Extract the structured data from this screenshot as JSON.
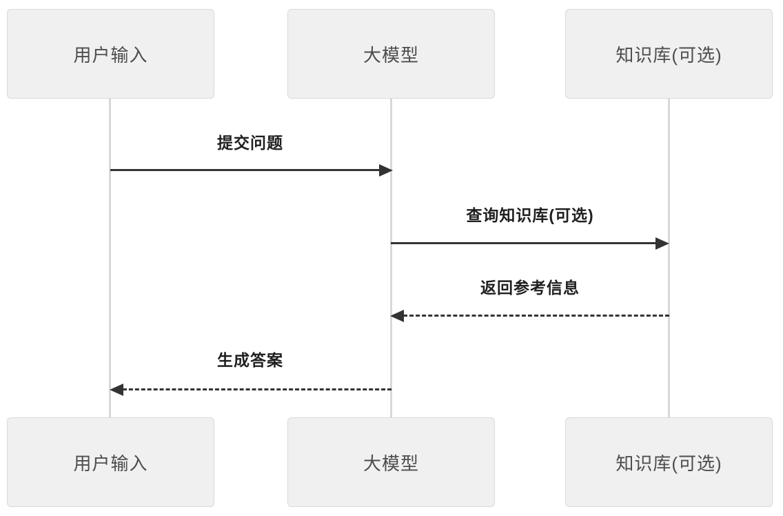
{
  "diagram": {
    "type": "sequence",
    "actors": [
      {
        "id": "user-input",
        "label": "用户输入"
      },
      {
        "id": "llm",
        "label": "大模型"
      },
      {
        "id": "knowledge-base",
        "label": "知识库(可选)"
      }
    ],
    "messages": [
      {
        "from": "用户输入",
        "to": "大模型",
        "label": "提交问题",
        "line": "solid",
        "direction": "right"
      },
      {
        "from": "大模型",
        "to": "知识库(可选)",
        "label": "查询知识库(可选)",
        "line": "solid",
        "direction": "right"
      },
      {
        "from": "知识库(可选)",
        "to": "大模型",
        "label": "返回参考信息",
        "line": "dashed",
        "direction": "left"
      },
      {
        "from": "大模型",
        "to": "用户输入",
        "label": "生成答案",
        "line": "dashed",
        "direction": "left"
      }
    ],
    "colors": {
      "background": "#ffffff",
      "actor_fill": "#f0f0f0",
      "actor_border": "#d9d9d9",
      "actor_text": "#4d4d4d",
      "lifeline": "#d8d8d8",
      "arrow": "#333333",
      "message_text": "#1f1f1f"
    }
  }
}
